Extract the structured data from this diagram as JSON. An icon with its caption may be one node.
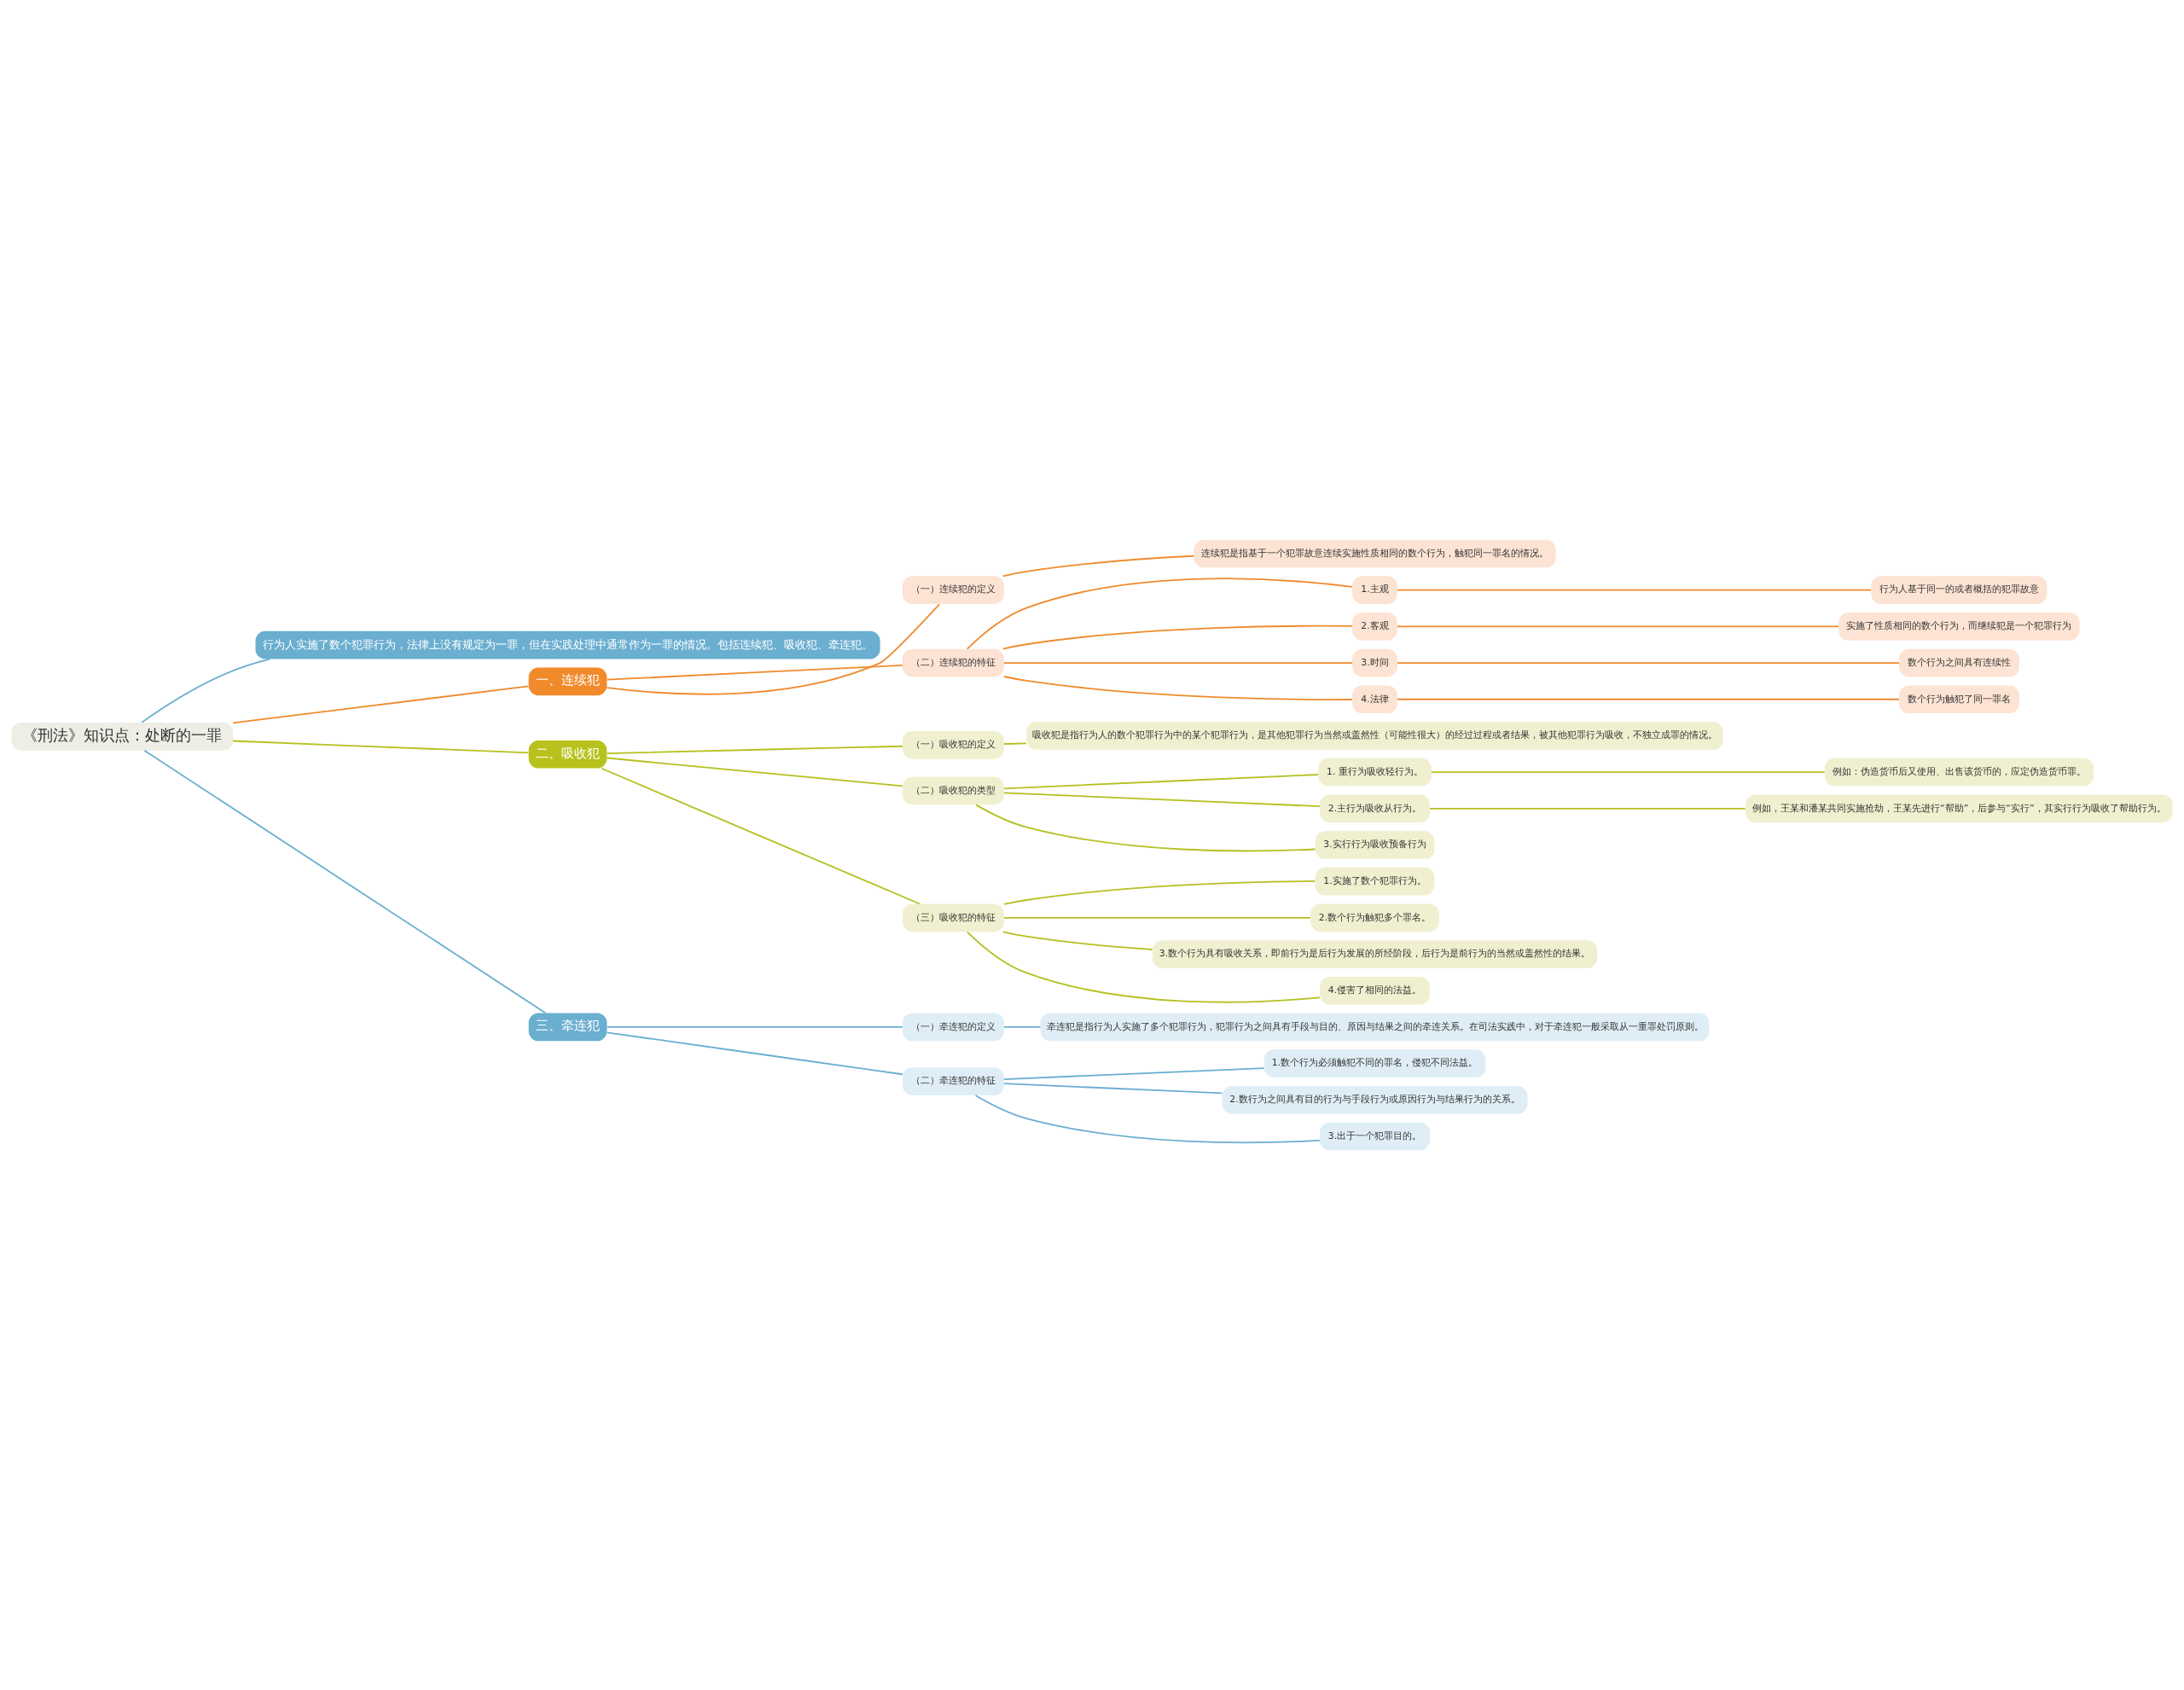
{
  "diagram": {
    "nodes": [
      {
        "text": [
          "《刑法》知识点：处断的一罪"
        ]
      },
      {
        "text": [
          "行为人实施了数个犯罪行为，法律上没有规定为一罪，但在实践处理中通常作为一罪的情况。包括连续犯、吸收犯、牵连犯。"
        ]
      },
      {
        "text": [
          "一、连续犯"
        ]
      },
      {
        "text": [
          "（一）连续犯的定义"
        ]
      },
      {
        "text": [
          "连续犯是指基于一个犯罪故意连续实施性质相同的数个行为，触犯同一罪名的情况。"
        ]
      },
      {
        "text": [
          "（二）连续犯的特征"
        ]
      },
      {
        "text": [
          "1.主观"
        ]
      },
      {
        "text": [
          "行为人基于同一的或者概括的犯罪故意"
        ]
      },
      {
        "text": [
          "2.客观"
        ]
      },
      {
        "text": [
          "实施了性质相同的数个行为，而继续犯是一个犯罪行为"
        ]
      },
      {
        "text": [
          "3.时间"
        ]
      },
      {
        "text": [
          "数个行为之间具有连续性"
        ]
      },
      {
        "text": [
          "4.法律"
        ]
      },
      {
        "text": [
          "数个行为触犯了同一罪名"
        ]
      },
      {
        "text": [
          "二、吸收犯"
        ]
      },
      {
        "text": [
          "（一）吸收犯的定义"
        ]
      },
      {
        "text": [
          "吸收犯是指行为人的数个犯罪行为中的某个犯罪行为，是其他犯罪行为当然或盖然性（可能性很大）的经过过程或者结果，被其他犯罪行为吸收，不独立成罪的情况。"
        ]
      },
      {
        "text": [
          "（二）吸收犯的类型"
        ]
      },
      {
        "text": [
          "1. 重行为吸收轻行为。"
        ]
      },
      {
        "text": [
          "例如：伪造货币后又使用、出售该货币的，应定伪造货币罪。"
        ]
      },
      {
        "text": [
          "2.主行为吸收从行为。"
        ]
      },
      {
        "text": [
          "例如，王某和潘某共同实施抢劫，王某先进行“帮助”，后参与“实行”，其实行行为吸收了帮助行为。"
        ]
      },
      {
        "text": [
          "3.实行行为吸收预备行为"
        ]
      },
      {
        "text": [
          "（三）吸收犯的特征"
        ]
      },
      {
        "text": [
          "1.实施了数个犯罪行为。"
        ]
      },
      {
        "text": [
          "2.数个行为触犯多个罪名。"
        ]
      },
      {
        "text": [
          "3.数个行为具有吸收关系，即前行为是后行为发展的所经阶段，后行为是前行为的当然或盖然性的结果。"
        ]
      },
      {
        "text": [
          "4.侵害了相同的法益。"
        ]
      },
      {
        "text": [
          "三、牵连犯"
        ]
      },
      {
        "text": [
          "（一）牵连犯的定义"
        ]
      },
      {
        "text": [
          "牵连犯是指行为人实施了多个犯罪行为，犯罪行为之间具有手段与目的、原因与结果之间的牵连关系。在司法实践中，对于牵连犯一般采取从一重罪处罚原则。"
        ]
      },
      {
        "text": [
          "（二）牵连犯的特征"
        ]
      },
      {
        "text": [
          "1.数个行为必须触犯不同的罪名，侵犯不同法益。"
        ]
      },
      {
        "text": [
          "2.数行为之间具有目的行为与手段行为或原因行为与结果行为的关系。"
        ]
      },
      {
        "text": [
          "3.出于一个犯罪目的。"
        ]
      }
    ],
    "edges": [
      {
        "from": 0,
        "to": 1,
        "arrow": "none",
        "color": "#6aaed0"
      },
      {
        "from": 0,
        "to": 2,
        "arrow": "none",
        "color": "#f08a2c"
      },
      {
        "from": 2,
        "to": 3,
        "arrow": "none",
        "color": "#f08a2c"
      },
      {
        "from": 3,
        "to": 4,
        "arrow": "none",
        "color": "#f08a2c"
      },
      {
        "from": 2,
        "to": 5,
        "arrow": "none",
        "color": "#f08a2c"
      },
      {
        "from": 5,
        "to": 6,
        "arrow": "none",
        "color": "#f08a2c"
      },
      {
        "from": 6,
        "to": 7,
        "arrow": "none",
        "color": "#f08a2c"
      },
      {
        "from": 5,
        "to": 8,
        "arrow": "none",
        "color": "#f08a2c"
      },
      {
        "from": 8,
        "to": 9,
        "arrow": "none",
        "color": "#f08a2c"
      },
      {
        "from": 5,
        "to": 10,
        "arrow": "none",
        "color": "#f08a2c"
      },
      {
        "from": 10,
        "to": 11,
        "arrow": "none",
        "color": "#f08a2c"
      },
      {
        "from": 5,
        "to": 12,
        "arrow": "none",
        "color": "#f08a2c"
      },
      {
        "from": 12,
        "to": 13,
        "arrow": "none",
        "color": "#f08a2c"
      },
      {
        "from": 0,
        "to": 14,
        "arrow": "none"
      },
      {
        "from": 14,
        "to": 15,
        "arrow": "none"
      },
      {
        "from": 15,
        "to": 16,
        "arrow": "none"
      },
      {
        "from": 14,
        "to": 17,
        "arrow": "none"
      },
      {
        "from": 17,
        "to": 18,
        "arrow": "none"
      },
      {
        "from": 18,
        "to": 19,
        "arrow": "none"
      },
      {
        "from": 17,
        "to": 20,
        "arrow": "none"
      },
      {
        "from": 20,
        "to": 21,
        "arrow": "none"
      },
      {
        "from": 17,
        "to": 22,
        "arrow": "none"
      },
      {
        "from": 14,
        "to": 23,
        "arrow": "none"
      },
      {
        "from": 23,
        "to": 24,
        "arrow": "none"
      },
      {
        "from": 23,
        "to": 25,
        "arrow": "none"
      },
      {
        "from": 23,
        "to": 26,
        "arrow": "none"
      },
      {
        "from": 23,
        "to": 27,
        "arrow": "none"
      },
      {
        "from": 0,
        "to": 28,
        "arrow": "none",
        "color": "#6aaed0"
      },
      {
        "from": 28,
        "to": 29,
        "arrow": "none",
        "color": "#6aaed0"
      },
      {
        "from": 29,
        "to": 30,
        "arrow": "none",
        "color": "#6aaed0"
      },
      {
        "from": 28,
        "to": 31,
        "arrow": "none",
        "color": "#6aaed0"
      },
      {
        "from": 31,
        "to": 32,
        "arrow": "none",
        "color": "#6aaed0"
      },
      {
        "from": 31,
        "to": 33,
        "arrow": "none",
        "color": "#6aaed0"
      },
      {
        "from": 31,
        "to": 34,
        "arrow": "none",
        "color": "#6aaed0"
      }
    ]
  }
}
